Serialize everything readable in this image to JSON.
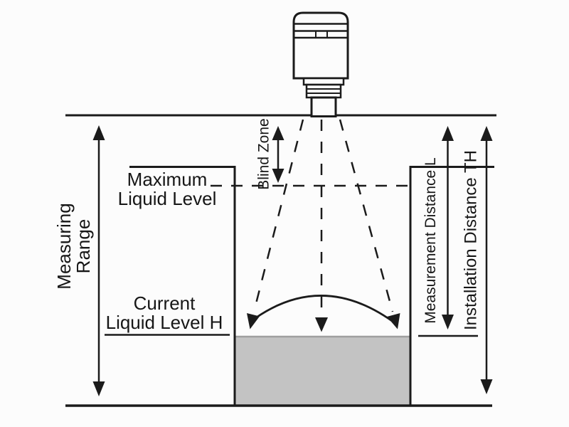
{
  "colors": {
    "line": "#1b1b1b",
    "text": "#161616",
    "background": "#fcfcfc",
    "liquid": "#c3c3c3",
    "liquid_surface": "#9f9f9f"
  },
  "labels": {
    "measuring_range": {
      "line1": "Measuring",
      "line2": "Range"
    },
    "maximum_liquid_level": {
      "line1": "Maximum",
      "line2": "Liquid Level"
    },
    "current_liquid_level": {
      "line1": "Current",
      "line2": "Liquid Level H"
    },
    "blind_zone": "Blind Zone",
    "measurement_distance": "Measurement Distance L",
    "installation_distance": "Installation Distance TH"
  }
}
